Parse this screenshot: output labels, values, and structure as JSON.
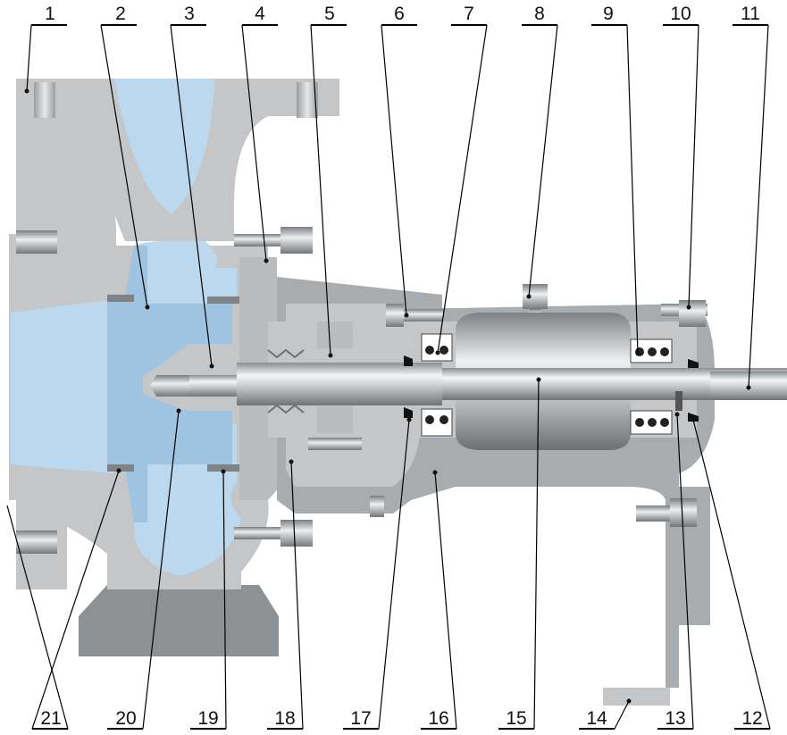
{
  "part_numbers": [
    "1",
    "2",
    "3",
    "4",
    "5",
    "6",
    "7",
    "8",
    "9",
    "10",
    "11",
    "12",
    "13",
    "14",
    "15",
    "16",
    "17",
    "18",
    "19",
    "20",
    "21"
  ],
  "colors": {
    "casing": "#c4c6c8",
    "casing_dark": "#a9acaf",
    "liquid": "#bcd8ee",
    "shaft_light": "#f2f3f4",
    "shaft_dark": "#7d8184",
    "base_plate": "#8e9194",
    "label_line": "#000000"
  }
}
